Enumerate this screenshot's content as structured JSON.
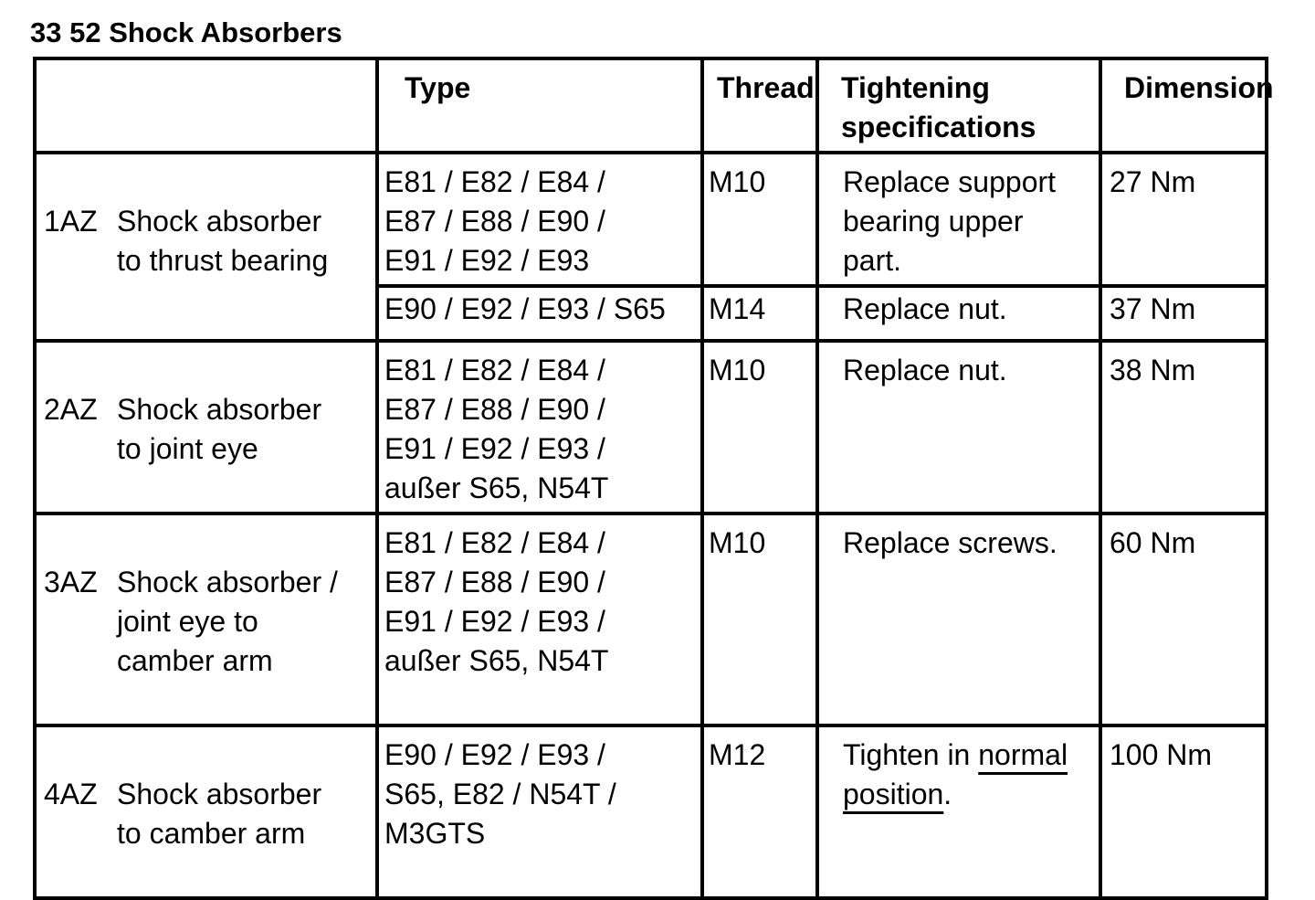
{
  "title": "33 52 Shock Absorbers",
  "colors": {
    "background": "#ffffff",
    "text": "#000000",
    "border": "#000000"
  },
  "table": {
    "header": {
      "item": "",
      "type": "Type",
      "thread": "Thread",
      "tightening": "Tightening\nspecifications",
      "dimension": "Dimension"
    },
    "rows": [
      {
        "code": "1AZ",
        "name": "Shock absorber\nto thrust bearing",
        "variants": [
          {
            "type": "E81 / E82 / E84 /\nE87 / E88 / E90 /\nE91 / E92 / E93",
            "thread": "M10",
            "spec": "Replace support\nbearing upper\npart.",
            "dimension": "27 Nm"
          },
          {
            "type": "E90 / E92 / E93 / S65",
            "thread": "M14",
            "spec": "Replace nut.",
            "dimension": "37 Nm"
          }
        ]
      },
      {
        "code": "2AZ",
        "name": "Shock absorber\nto joint eye",
        "variants": [
          {
            "type": "E81 / E82 / E84 /\nE87 / E88 / E90 /\nE91 / E92 / E93 /\naußer S65, N54T",
            "thread": "M10",
            "spec": "Replace nut.",
            "dimension": "38 Nm"
          }
        ]
      },
      {
        "code": "3AZ",
        "name": "Shock absorber /\njoint eye to\ncamber arm",
        "variants": [
          {
            "type": "E81 / E82 / E84 /\nE87 / E88 / E90 /\nE91 / E92 / E93 /\naußer S65, N54T",
            "thread": "M10",
            "spec": "Replace screws.",
            "dimension": "60 Nm"
          }
        ]
      },
      {
        "code": "4AZ",
        "name": "Shock absorber\nto camber arm",
        "variants": [
          {
            "type": "E90 / E92 / E93 /\nS65, E82 / N54T /\nM3GTS",
            "thread": "M12",
            "spec_prefix": "Tighten in ",
            "spec_underlined": "normal\nposition",
            "spec_suffix": ".",
            "dimension": "100 Nm"
          }
        ]
      }
    ]
  }
}
